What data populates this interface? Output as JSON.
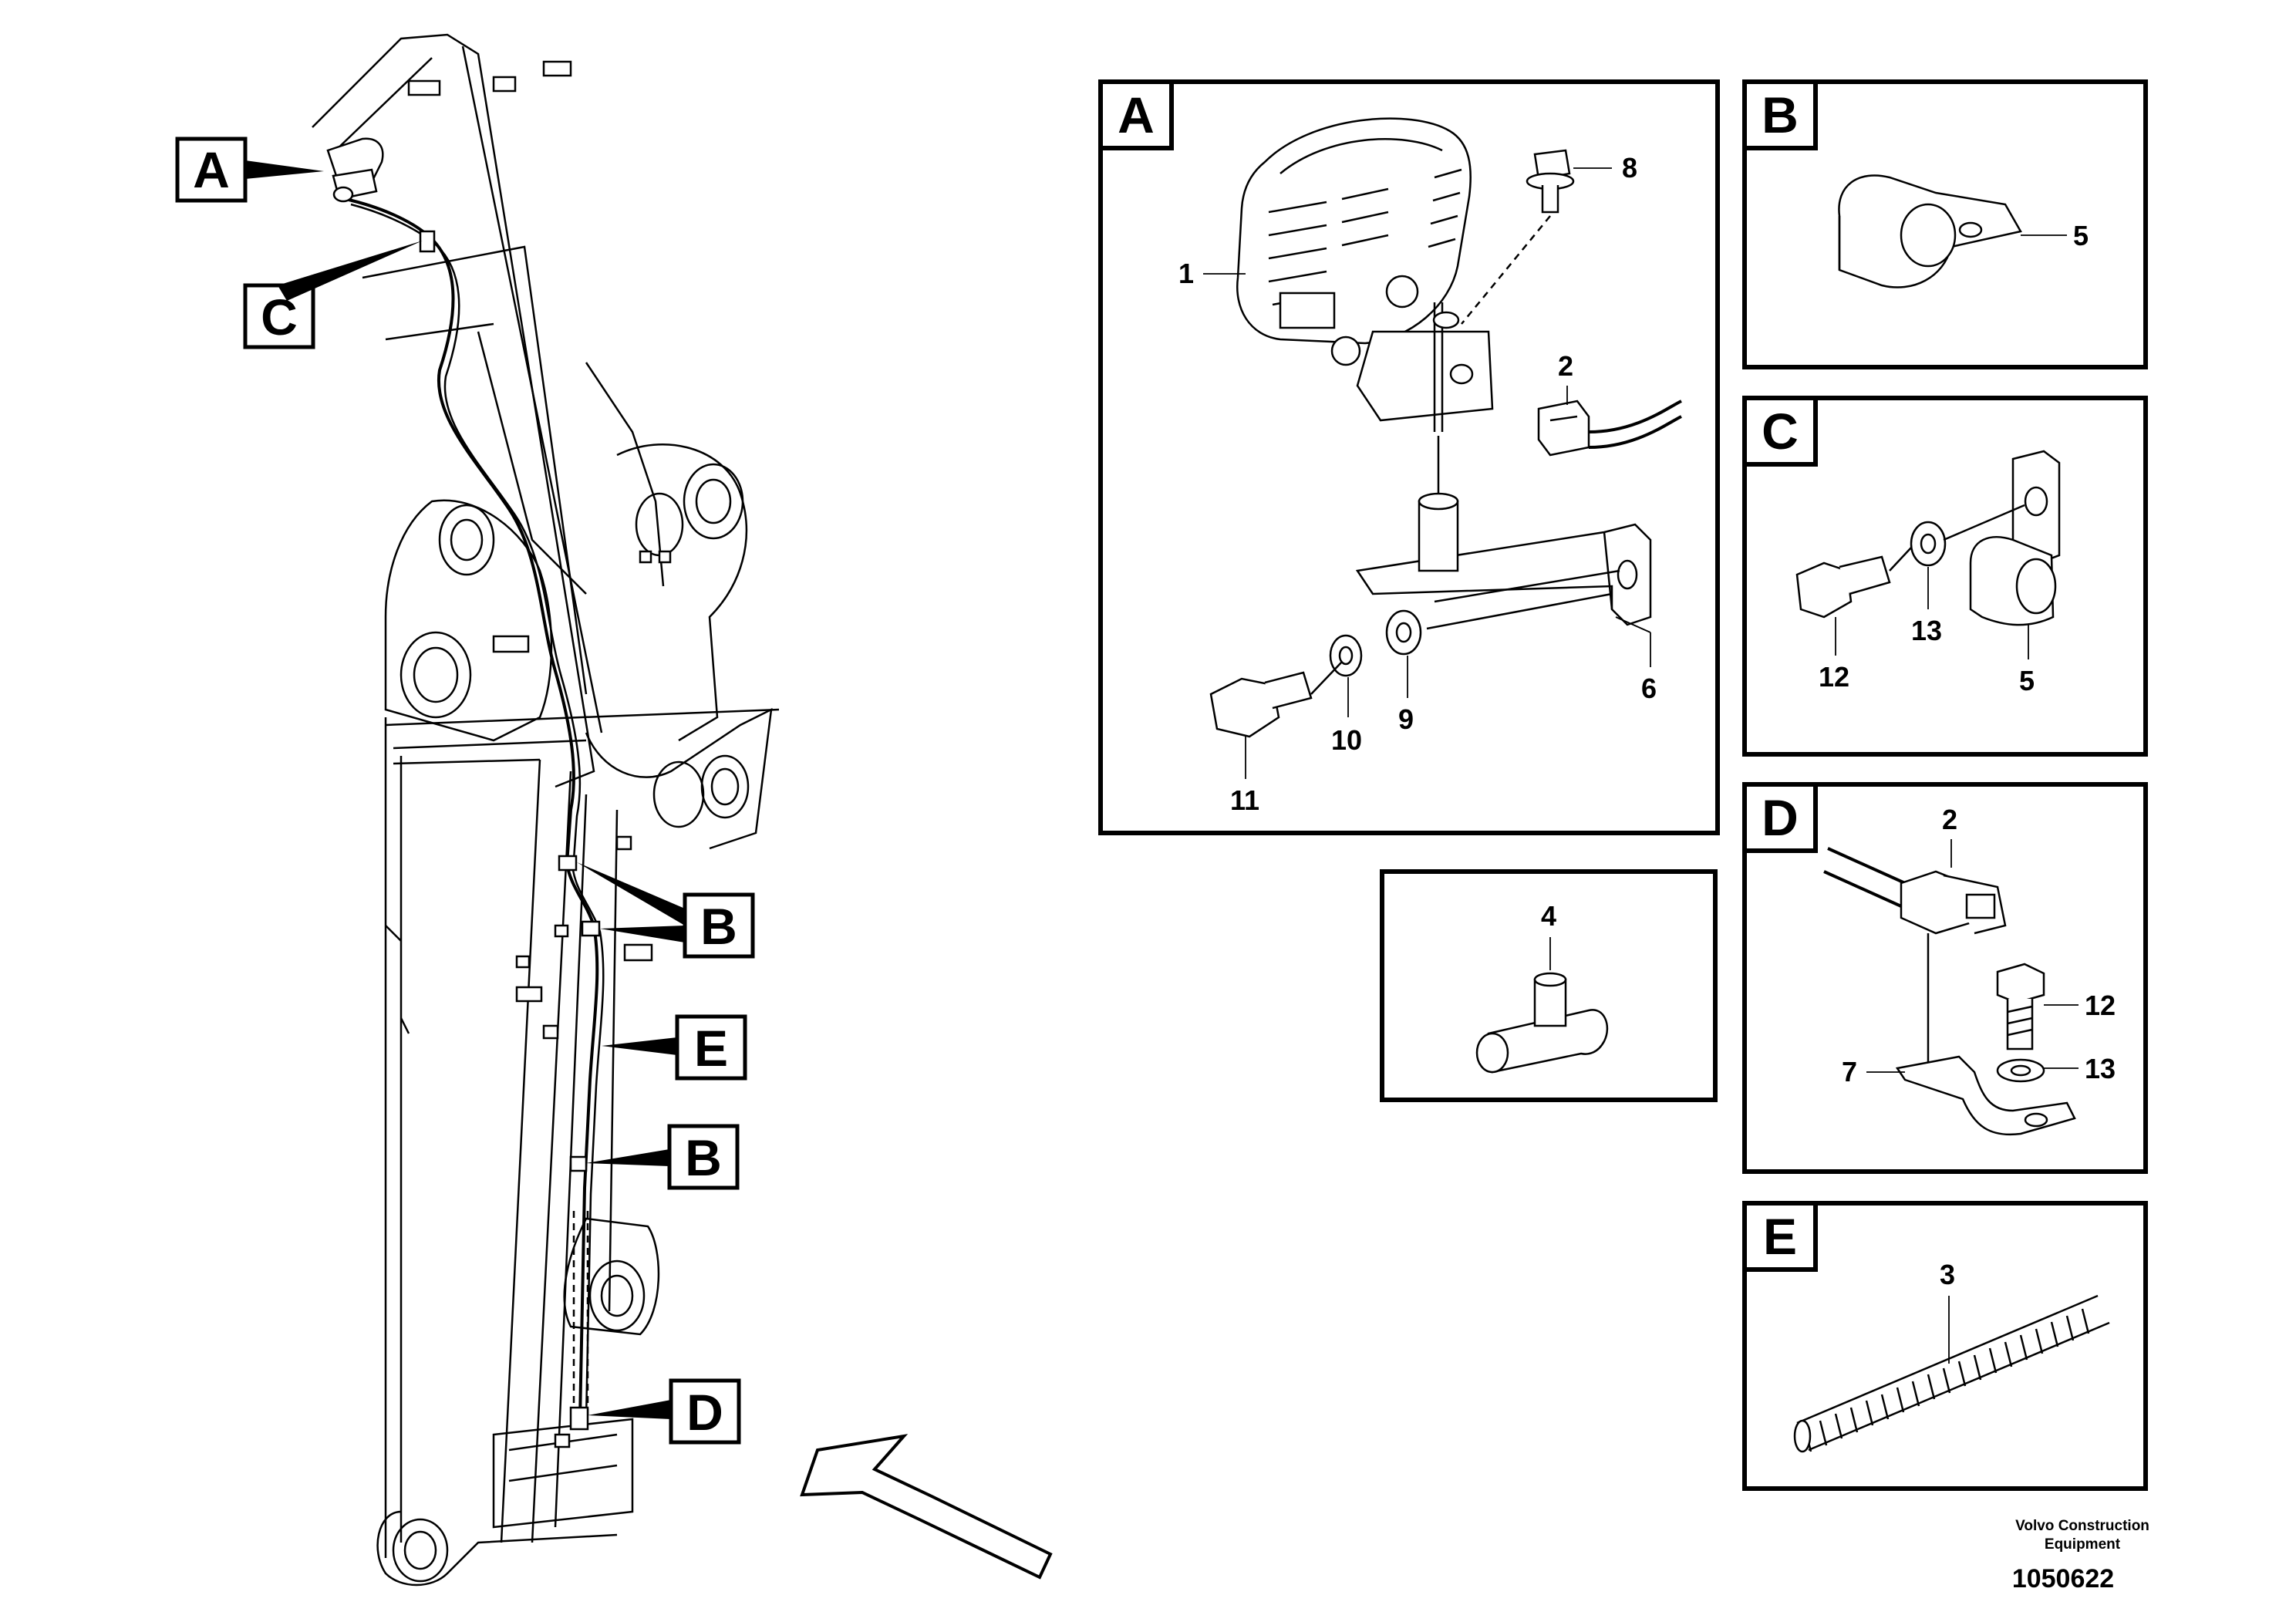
{
  "callouts": {
    "main": [
      "A",
      "C",
      "B",
      "E",
      "B",
      "D"
    ]
  },
  "panels": {
    "A": {
      "letter": "A",
      "numbers": [
        "8",
        "1",
        "2",
        "6",
        "9",
        "10",
        "11"
      ]
    },
    "B": {
      "letter": "B",
      "numbers": [
        "5"
      ]
    },
    "C": {
      "letter": "C",
      "numbers": [
        "12",
        "13",
        "5"
      ]
    },
    "unlabeled": {
      "numbers": [
        "4"
      ]
    },
    "D": {
      "letter": "D",
      "numbers": [
        "2",
        "12",
        "13",
        "7"
      ]
    },
    "E": {
      "letter": "E",
      "numbers": [
        "3"
      ]
    }
  },
  "footer": {
    "company_line1": "Volvo Construction",
    "company_line2": "Equipment",
    "drawing_number": "1050622"
  }
}
